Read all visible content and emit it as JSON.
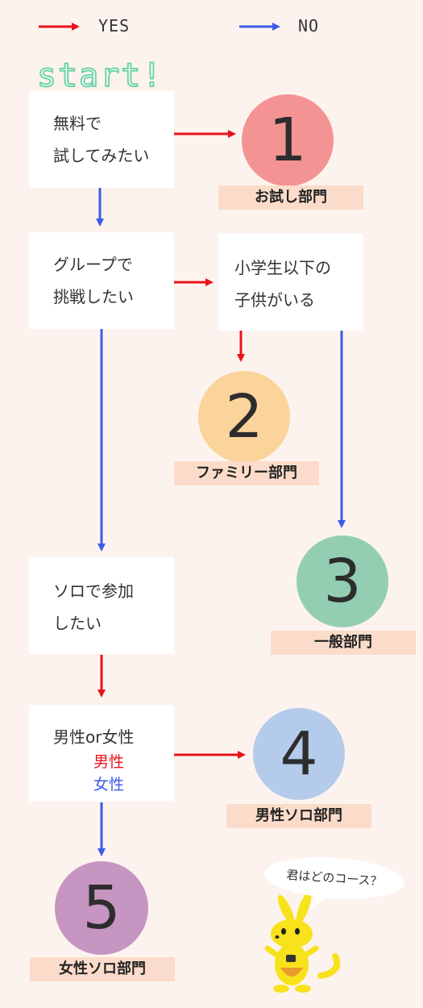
{
  "legend": {
    "yes_label": "YES",
    "no_label": "NO",
    "yes_color": "#e8131b",
    "no_color": "#3c5be9"
  },
  "start_label": "start!",
  "questions": {
    "trial": [
      "無料で",
      "試してみたい"
    ],
    "group": [
      "グループで",
      "挑戦したい"
    ],
    "kids": [
      "小学生以下の",
      "子供がいる"
    ],
    "solo": [
      "ソロで参加",
      "したい"
    ],
    "gender": {
      "title": "男性or女性",
      "male": "男性",
      "female": "女性"
    }
  },
  "results": [
    {
      "number": "1",
      "label": "お試し部門",
      "color": "#f49393"
    },
    {
      "number": "2",
      "label": "ファミリー部門",
      "color": "#fbd49c"
    },
    {
      "number": "3",
      "label": "一般部門",
      "color": "#93ceb3"
    },
    {
      "number": "4",
      "label": "男性ソロ部門",
      "color": "#b4cbeb"
    },
    {
      "number": "5",
      "label": "女性ソロ部門",
      "color": "#c795c1"
    }
  ],
  "label_bg": "#fbdcca",
  "mascot": {
    "speech": "君はどのコース？",
    "color": "#f7e21b"
  }
}
